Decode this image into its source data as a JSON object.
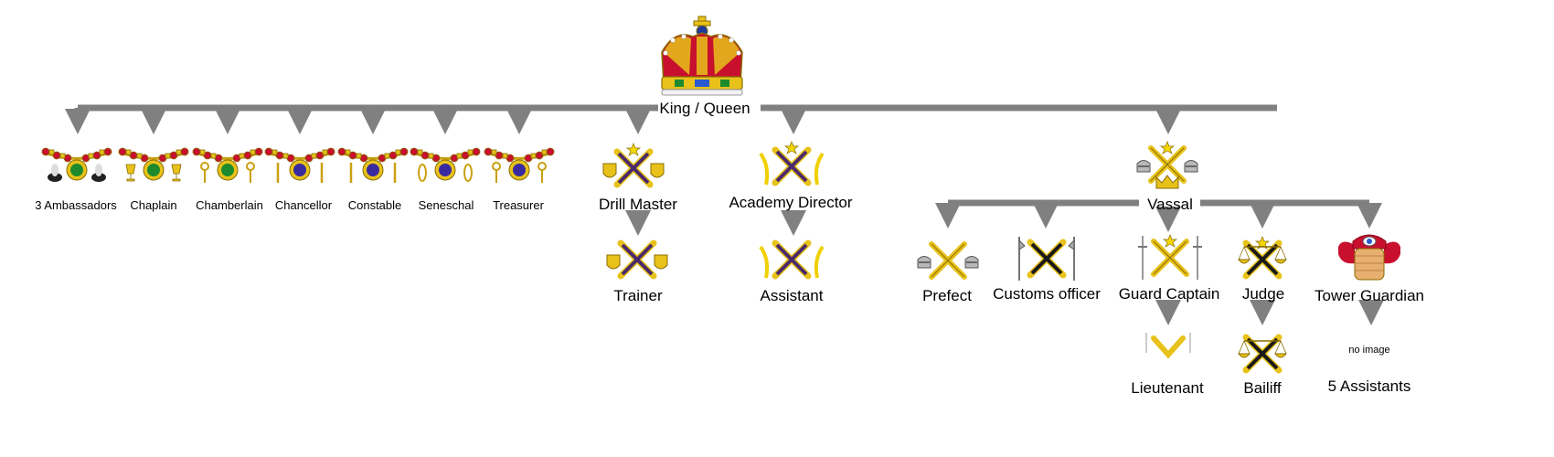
{
  "root": {
    "label": "King / Queen",
    "icon": "royal-crown-icon"
  },
  "officers": [
    {
      "label": "3 Ambassadors",
      "icon": "collar-with-hats-icon"
    },
    {
      "label": "Chaplain",
      "icon": "collar-with-chalices-icon"
    },
    {
      "label": "Chamberlain",
      "icon": "collar-with-keys-icon"
    },
    {
      "label": "Chancellor",
      "icon": "collar-with-maces-icon"
    },
    {
      "label": "Constable",
      "icon": "collar-with-batons-icon"
    },
    {
      "label": "Seneschal",
      "icon": "collar-with-rings-icon"
    },
    {
      "label": "Treasurer",
      "icon": "collar-with-keys-icon"
    }
  ],
  "drill": {
    "label": "Drill Master",
    "child": "Trainer",
    "icon": "crossed-batons-shields-icon"
  },
  "academy": {
    "label": "Academy Director",
    "child": "Assistant",
    "icon": "crossed-batons-quills-icon"
  },
  "vassal": {
    "label": "Vassal",
    "icon": "crossed-batons-helmets-crown-icon"
  },
  "vassal_children": [
    {
      "label": "Prefect",
      "icon": "crossed-batons-helmets-icon"
    },
    {
      "label": "Customs officer",
      "icon": "crossed-batons-halberds-icon"
    },
    {
      "label": "Guard Captain",
      "icon": "crossed-batons-swords-icon"
    },
    {
      "label": "Judge",
      "icon": "crossed-batons-scales-icon"
    },
    {
      "label": "Tower Guardian",
      "icon": "tower-guardian-icon"
    }
  ],
  "vassal_grandchildren": [
    {
      "label": "Lieutenant",
      "icon": "single-baton-icon"
    },
    {
      "label": "Bailiff",
      "icon": "crossed-batons-scales-icon"
    },
    {
      "label": "5 Assistants",
      "image_text": "no image"
    }
  ],
  "colors": {
    "connector": "#808080",
    "gold": "#e8c21a",
    "purple": "#4a2a6a",
    "black": "#1a1a1a",
    "red": "#c8102e",
    "green": "#1e8a2e",
    "blue": "#3a2aa0"
  }
}
